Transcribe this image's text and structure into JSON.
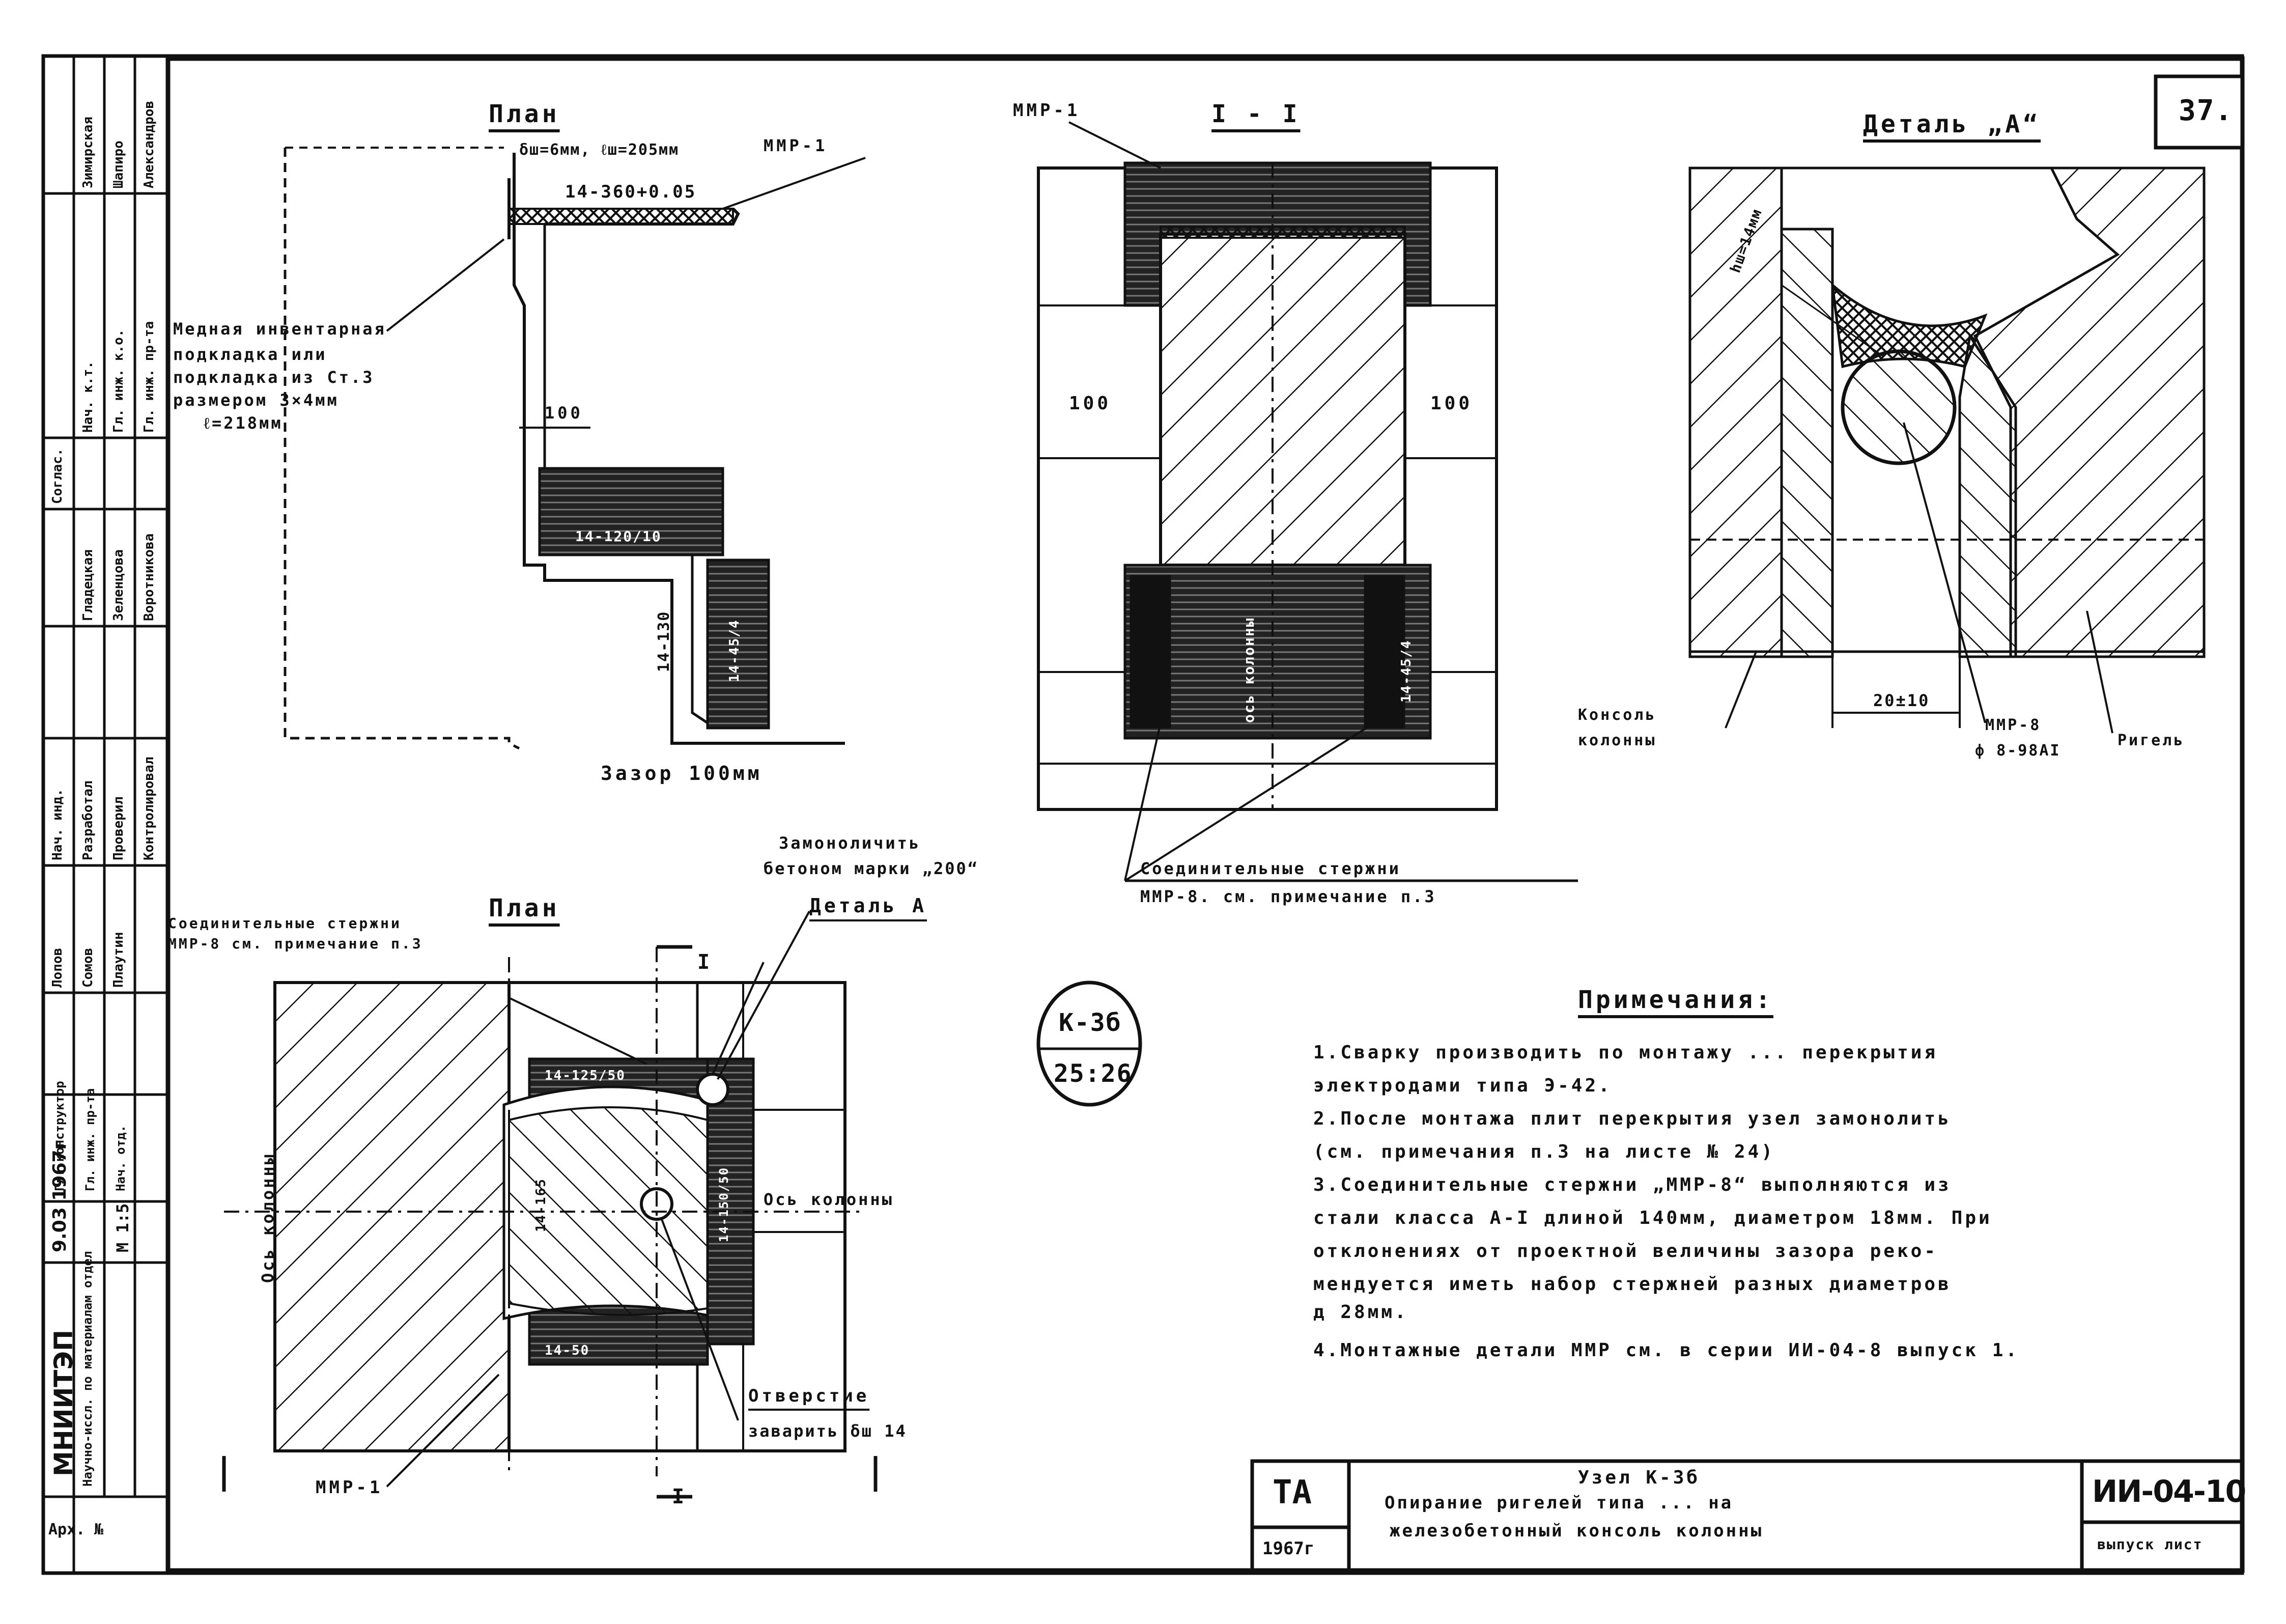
{
  "sheet": {
    "number": "37.",
    "badge_top": "К-3б",
    "badge_bottom": "25:26"
  },
  "views": {
    "plan_top_title": "План",
    "section_title": "I - I",
    "detail_title": "Деталь „А“",
    "plan_bottom_title": "План"
  },
  "plan_top": {
    "dim_thickness": "δш=6мм, ℓш=205мм",
    "mmp_label": "ММР-1",
    "dim_spacing": "14-360+0.05",
    "copper_note": [
      "Медная инвентарная",
      "подкладка или",
      "подкладка из Ст.3",
      "размером 3×4мм",
      "ℓ=218мм"
    ],
    "dim_100": "100",
    "dim_weld_1": "14-120/10",
    "dim_weld_2": "14-130",
    "dim_weld_3": "14-45/4",
    "gap": "Зазор 100мм"
  },
  "section": {
    "mmp_label": "ММР-1",
    "dim_left": "100",
    "dim_right": "100",
    "axis_label": "ось колонны",
    "weld_label": "14-45/4",
    "rods_note": [
      "Соединительные стержни",
      "ММР-8. см. примечание п.3"
    ]
  },
  "detail": {
    "dim_vertical": "hш=14мм",
    "dim_gap": "20±10",
    "console_label": [
      "Консоль",
      "колонны"
    ],
    "rod_label": [
      "ММР-8",
      "ф 8-98АI"
    ],
    "beam_label": "Ригель"
  },
  "plan_bottom": {
    "rods_note": [
      "Соединительные стержни",
      "ММР-8 см. примечание п.3"
    ],
    "grout_note": [
      "Замоноличить",
      "бетоном марки „200“"
    ],
    "detail_ref": "Деталь А",
    "section_mark_top": "I",
    "section_mark_bottom": "I",
    "axis_left": "Ось колонны",
    "axis_right": "Ось колонны",
    "weld_top": "14-125/50",
    "weld_center": "14-165",
    "weld_right": "14-150/50",
    "weld_bottom": "14-50",
    "hole_note": [
      "Отверстие",
      "заварить δш 14"
    ],
    "mmp_label": "ММР-1"
  },
  "notes": {
    "title": "Примечания:",
    "lines": [
      "1.Сварку производить по монтажу ... перекрытия",
      "  электродами типа Э-42.",
      "2.После монтажа плит перекрытия узел замонолить",
      "  (см. примечания п.3 на листе № 24)",
      "3.Соединительные стержни „ММР-8“ выполняются из",
      "  стали класса А-I длиной 140мм, диаметром 18мм. При",
      "  отклонениях от проектной величины зазора реко-",
      "  мендуется иметь набор стержней разных диаметров",
      "                                        д 28мм.",
      "4.Монтажные детали ММР см. в серии ИИ-04-8 выпуск 1."
    ]
  },
  "title_block": {
    "org": "ТА",
    "year": "1967г",
    "title_lines": [
      "Узел К-3б",
      "Опирание ригелей типа ... на",
      "железобетонный консоль колонны"
    ],
    "series": "ИИ-04-10",
    "sheet_label": "выпуск лист"
  },
  "stamp": {
    "institute": "МНИИТЭП",
    "dept": "Научно-иссл. по материалам отдел",
    "date": "9.03 1967г",
    "scale": "М 1:5",
    "roles": [
      "Нач. отд.",
      "Гл. инж. пр-та",
      "Гл. конструктор",
      "Нач. инд.",
      "Разработал",
      "Проверил",
      "Контролировал"
    ],
    "names": [
      "Лопов",
      "Сомов",
      "Плаутин",
      "Гладецкая",
      "Зеленцова",
      "Воротникова"
    ],
    "top_roles": [
      "Нач. к.т.",
      "Гл. инж. к.о.",
      "Гл. инж. пр-та"
    ],
    "top_names": [
      "Зимирская",
      "Шапиро",
      "Александров"
    ],
    "agreed": "Соглас.",
    "archive": "Арх. №"
  }
}
